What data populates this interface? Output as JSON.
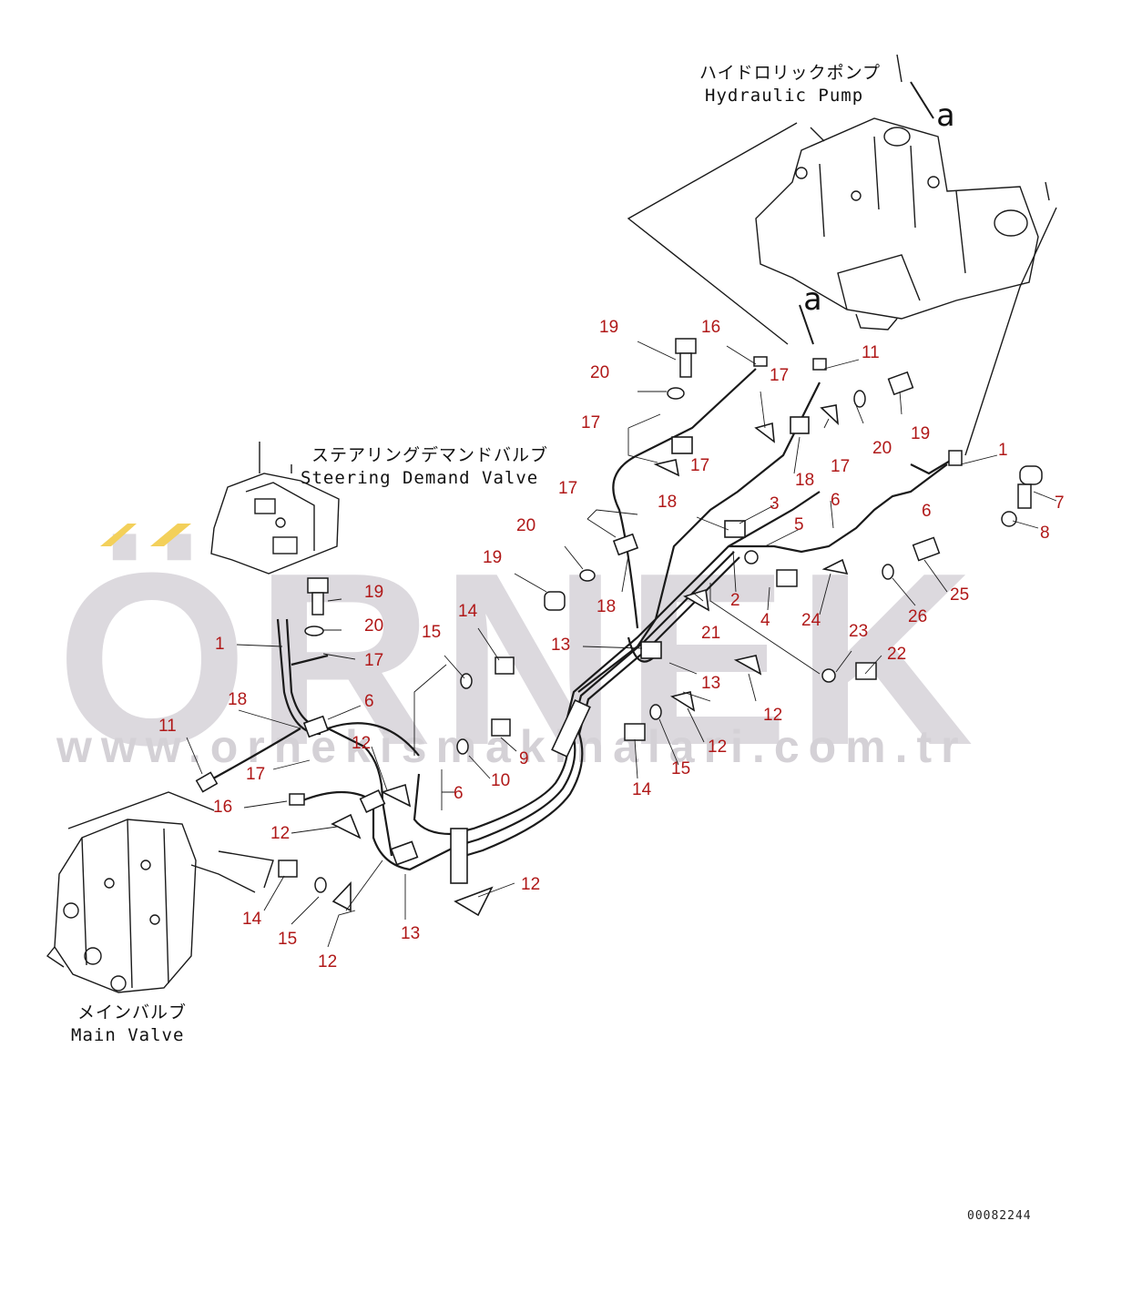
{
  "watermark": {
    "brand": "ÖRNEK",
    "url": "www.ornekismakinalari.com.tr"
  },
  "components": {
    "hydraulic_pump": {
      "jp": "ハイドロリックポンプ",
      "en": "Hydraulic Pump"
    },
    "steering_demand_valve": {
      "jp": "ステアリングデマンドバルブ",
      "en": "Steering Demand Valve"
    },
    "main_valve": {
      "jp": "メインバルブ",
      "en": "Main Valve"
    }
  },
  "view_marker": "a",
  "drawing_number": "00082244",
  "part_labels": [
    "19",
    "16",
    "20",
    "17",
    "11",
    "17",
    "20",
    "19",
    "17",
    "18",
    "17",
    "1",
    "7",
    "8",
    "17",
    "18",
    "3",
    "6",
    "6",
    "20",
    "5",
    "2",
    "19",
    "18",
    "21",
    "4",
    "24",
    "25",
    "26",
    "19",
    "20",
    "1",
    "17",
    "14",
    "15",
    "13",
    "13",
    "23",
    "22",
    "12",
    "12",
    "18",
    "6",
    "11",
    "12",
    "9",
    "10",
    "17",
    "16",
    "6",
    "15",
    "14",
    "12",
    "12",
    "14",
    "15",
    "12",
    "13"
  ],
  "colors": {
    "label": "#b01818",
    "line": "#1a1a1a",
    "watermark": "#dcd9de",
    "accent": "#f3d05a"
  }
}
